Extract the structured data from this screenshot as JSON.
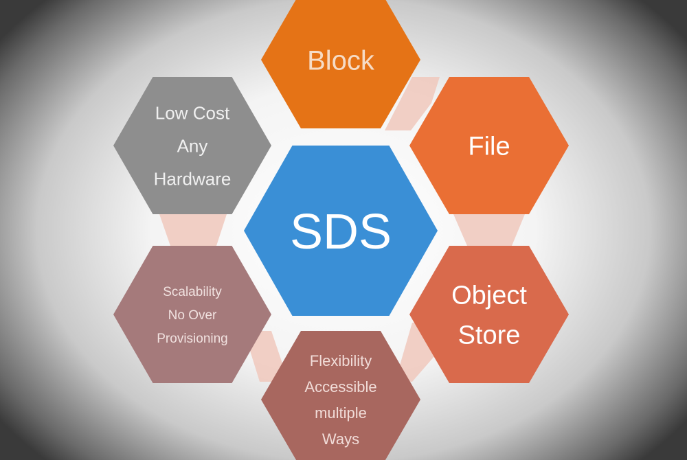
{
  "diagram": {
    "center": {
      "id": "sds",
      "lines": [
        "SDS"
      ],
      "color": "#3a8fd6",
      "text_color": "#ffffff"
    },
    "nodes": [
      {
        "id": "block",
        "lines": [
          "Block"
        ],
        "color": "#e57316",
        "text_color": "#f6dcc6"
      },
      {
        "id": "file",
        "lines": [
          "File"
        ],
        "color": "#ea6f34",
        "text_color": "#ffffff"
      },
      {
        "id": "object-store",
        "lines": [
          "Object",
          "Store"
        ],
        "color": "#d96a4c",
        "text_color": "#ffffff"
      },
      {
        "id": "flexibility",
        "lines": [
          "Flexibility",
          "Accessible",
          "multiple",
          "Ways"
        ],
        "color": "#a8675f",
        "text_color": "#f1dcd8"
      },
      {
        "id": "scalability",
        "lines": [
          "Scalability",
          "No Over",
          "Provisioning"
        ],
        "color": "#a57a7b",
        "text_color": "#f1e2e0"
      },
      {
        "id": "low-cost",
        "lines": [
          "Low Cost",
          "Any",
          "Hardware"
        ],
        "color": "#8e8e8e",
        "text_color": "#f0f0f0"
      }
    ],
    "connector_color": "#f0c8bc"
  }
}
